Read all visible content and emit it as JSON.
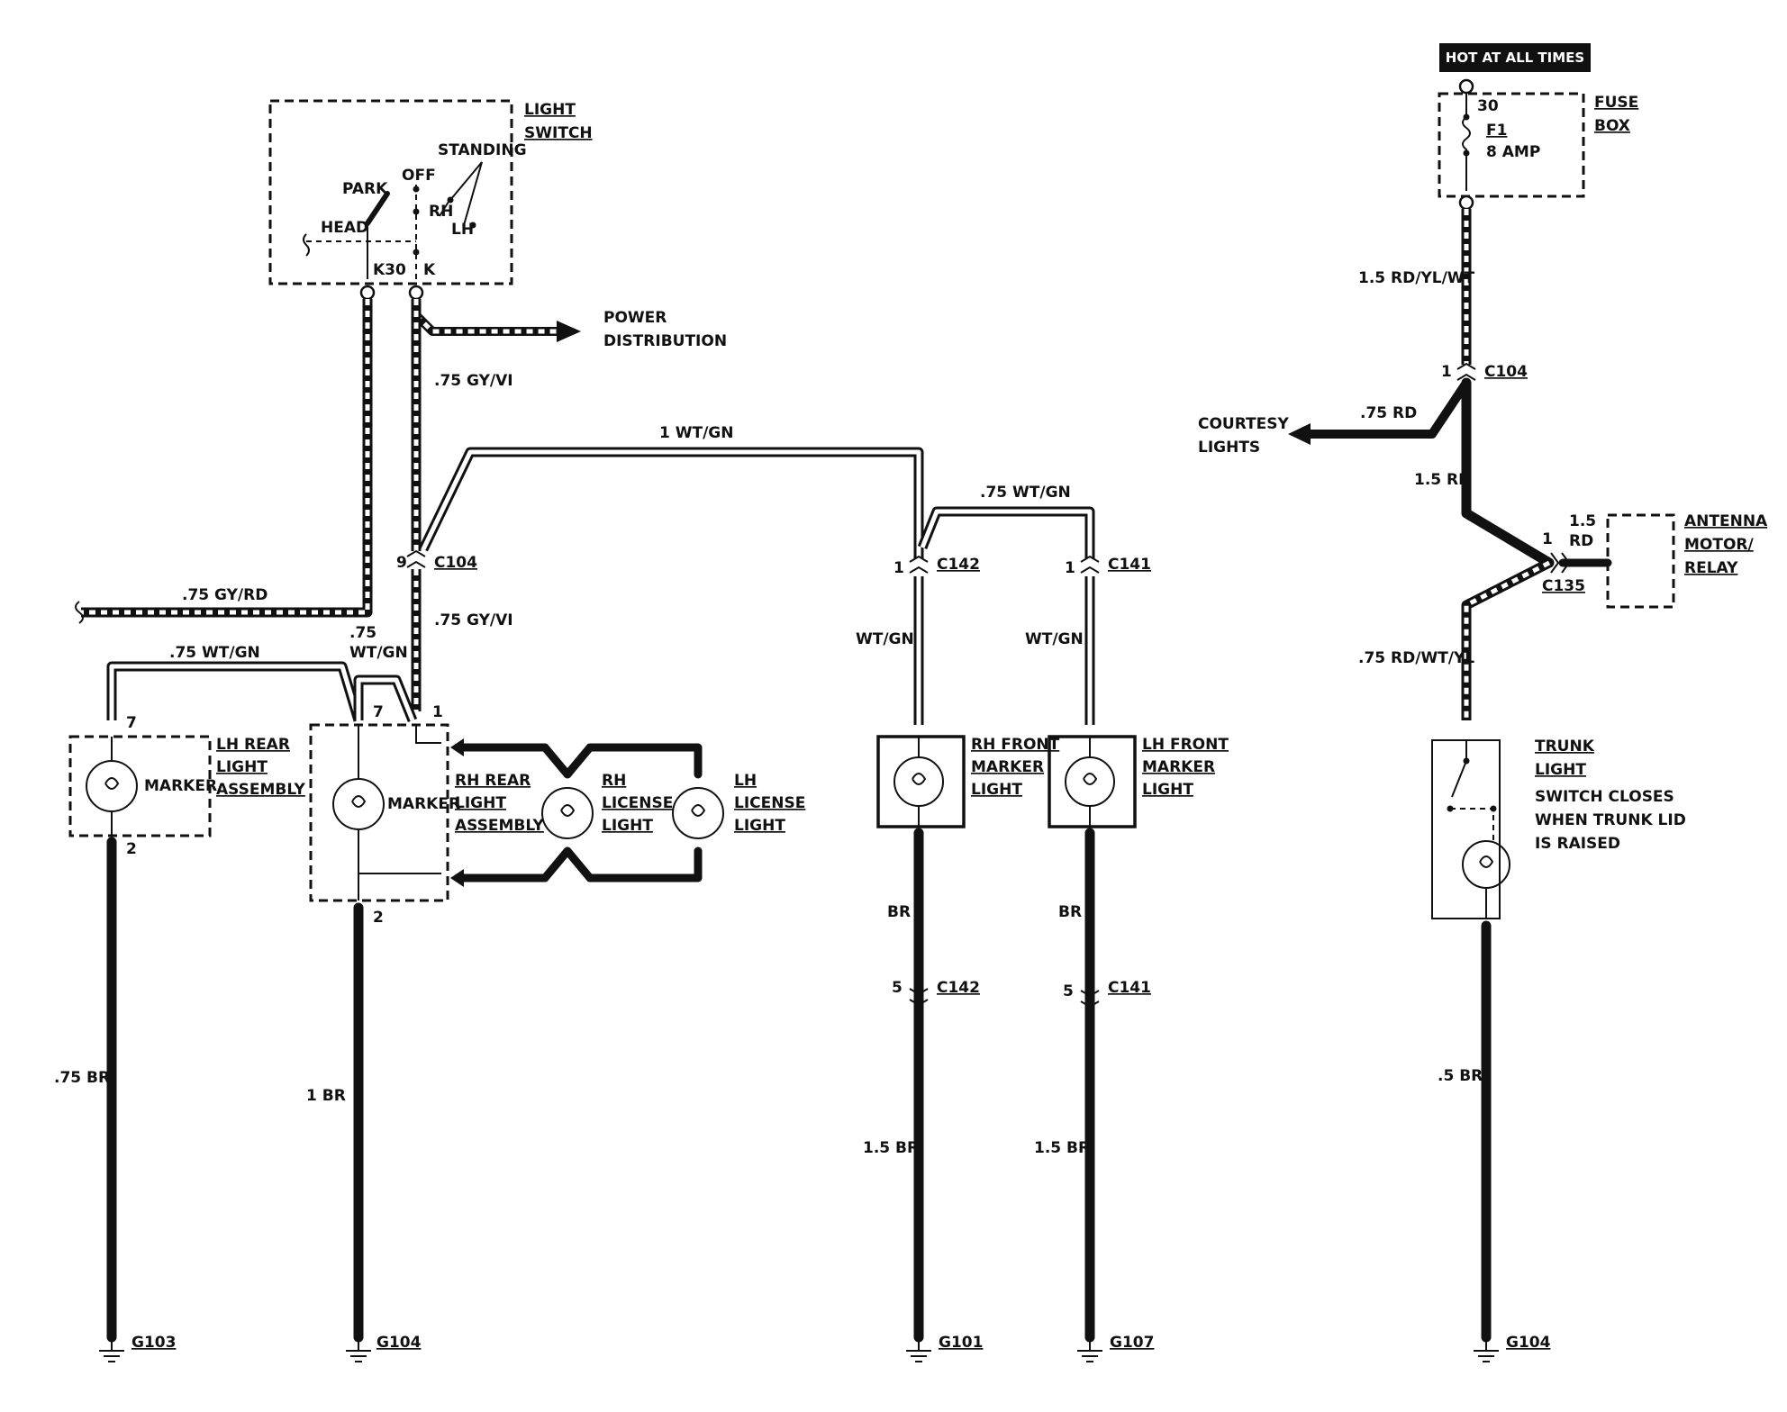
{
  "labels": {
    "hot_at_all_times": "HOT AT ALL TIMES",
    "fuse_box_1": "FUSE",
    "fuse_box_2": "BOX",
    "fuse_pin": "30",
    "fuse_name": "F1",
    "fuse_rating": "8 AMP",
    "light_switch_1": "LIGHT",
    "light_switch_2": "SWITCH",
    "standing": "STANDING",
    "park": "PARK",
    "off": "OFF",
    "rh": "RH",
    "lh": "LH",
    "head": "HEAD",
    "k30": "K30",
    "k": "K",
    "power_dist_1": "POWER",
    "power_dist_2": "DISTRIBUTION",
    "w_75_gy_vi_top": ".75 GY/VI",
    "w_1_wt_gn": "1 WT/GN",
    "w_75_wt_gn_mid": ".75 WT/GN",
    "pin_9": "9",
    "c104_mid": "C104",
    "w_75_gy_rd": ".75 GY/RD",
    "w_75_gy_vi_low": ".75 GY/VI",
    "w_75_wt_gn_left": ".75 WT/GN",
    "w_75_wt_gn_a": ".75",
    "w_75_wt_gn_b": "WT/GN",
    "pin_7a": "7",
    "pin_7b": "7",
    "pin_1a": "1",
    "lh_rear_1": "LH REAR",
    "lh_rear_2": "LIGHT",
    "lh_rear_3": "ASSEMBLY",
    "marker_a": "MARKER",
    "marker_b": "MARKER",
    "rh_rear_1": "RH REAR",
    "rh_rear_2": "LIGHT",
    "rh_rear_3": "ASSEMBLY",
    "rh_lic_1": "RH",
    "rh_lic_2": "LICENSE",
    "rh_lic_3": "LIGHT",
    "lh_lic_1": "LH",
    "lh_lic_2": "LICENSE",
    "lh_lic_3": "LIGHT",
    "pin_2a": "2",
    "pin_2b": "2",
    "w_75_br": ".75 BR",
    "w_1_br": "1 BR",
    "g103": "G103",
    "g104_a": "G104",
    "pin_1_c142": "1",
    "c142_top": "C142",
    "pin_1_c141": "1",
    "c141_top": "C141",
    "wt_gn_a": "WT/GN",
    "wt_gn_b": "WT/GN",
    "rh_front_1": "RH FRONT",
    "rh_front_2": "MARKER",
    "rh_front_3": "LIGHT",
    "lh_front_1": "LH FRONT",
    "lh_front_2": "MARKER",
    "lh_front_3": "LIGHT",
    "br_a": "BR",
    "br_b": "BR",
    "pin_5a": "5",
    "c142_bot": "C142",
    "pin_5b": "5",
    "c141_bot": "C141",
    "w_15_br_a": "1.5 BR",
    "w_15_br_b": "1.5 BR",
    "g101": "G101",
    "g107": "G107",
    "w_15_rd_yl_wt": "1.5 RD/YL/WT",
    "pin_1_c104r": "1",
    "c104_right": "C104",
    "courtesy_1": "COURTESY",
    "courtesy_2": "LIGHTS",
    "w_75_rd": ".75 RD",
    "w_15_rd": "1.5 RD",
    "w_15_rd_ant_1": "1.5",
    "w_15_rd_ant_2": "RD",
    "pin_1_c135": "1",
    "c135": "C135",
    "antenna_1": "ANTENNA",
    "antenna_2": "MOTOR/",
    "antenna_3": "RELAY",
    "w_75_rd_wt_yl": ".75 RD/WT/YL",
    "trunk_1": "TRUNK",
    "trunk_2": "LIGHT",
    "trunk_note_1": "SWITCH CLOSES",
    "trunk_note_2": "WHEN TRUNK LID",
    "trunk_note_3": "IS RAISED",
    "w_5_br": ".5 BR",
    "g104_b": "G104"
  }
}
